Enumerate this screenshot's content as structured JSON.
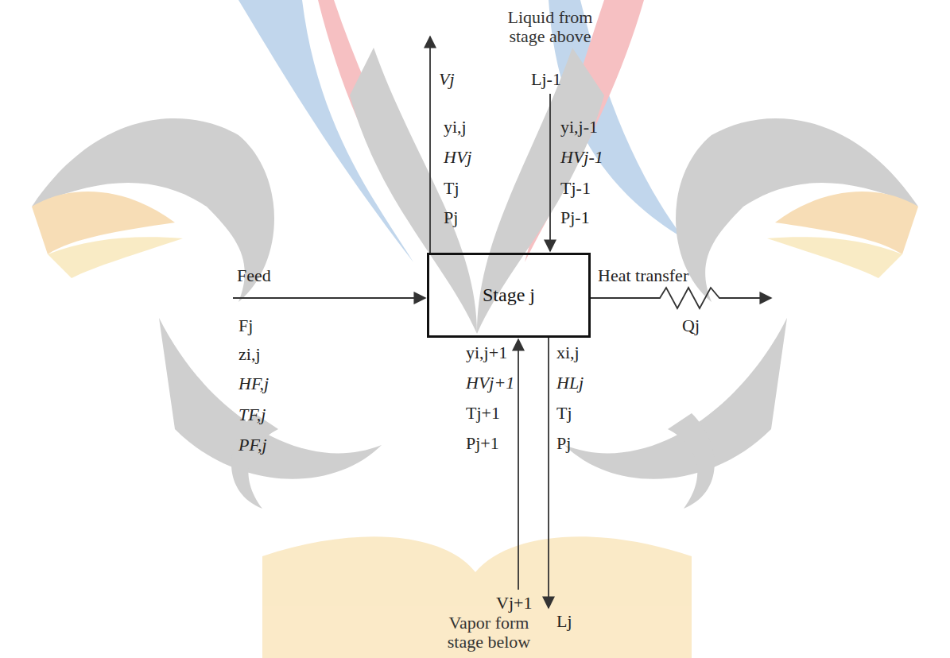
{
  "diagram": {
    "nodes": [
      {
        "text": [
          "Stage j"
        ]
      }
    ],
    "labels": [
      "Liquid from stage above",
      "Vj",
      "Lj-1",
      "yi,j",
      "HVj",
      "Tj",
      "Pj",
      "yi,j-1",
      "HVj-1",
      "Tj-1",
      "Pj-1",
      "Feed",
      "Heat transfer",
      "Fj",
      "zi,j",
      "HF,j",
      "TF,j",
      "PF,j",
      "Qj",
      "yi,j+1",
      "HVj+1",
      "Tj+1",
      "Pj+1",
      "xi,j",
      "HLj",
      "Tj",
      "Pj",
      "Vj+1",
      "Lj",
      "Vapor form stage below"
    ]
  }
}
